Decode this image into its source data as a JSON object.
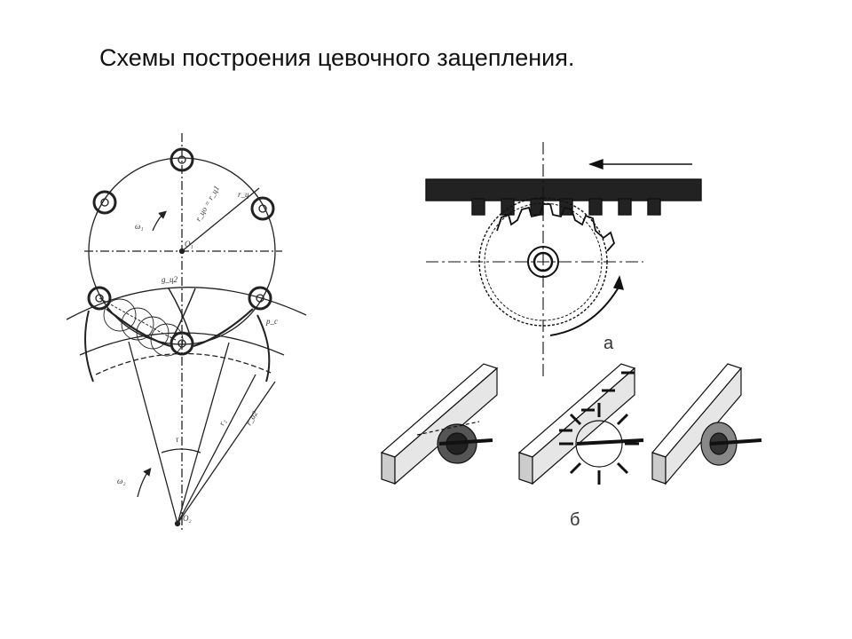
{
  "title": "Схемы построения цевочного зацепления.",
  "figure_left": {
    "labels": {
      "o1": "O₁",
      "o2": "O₂",
      "omega1": "ω₁",
      "omega2": "ω₂",
      "tau": "τ",
      "radius_pin": "r_ц",
      "radius_center": "r_цо = r_ц1",
      "gap_label": "g_ц2",
      "radius_r2": "r₂",
      "radius_ra2": "r_a2",
      "pitch_label": "p_с"
    }
  },
  "figure_a": {
    "label": "а"
  },
  "figure_b": {
    "label": "б"
  }
}
